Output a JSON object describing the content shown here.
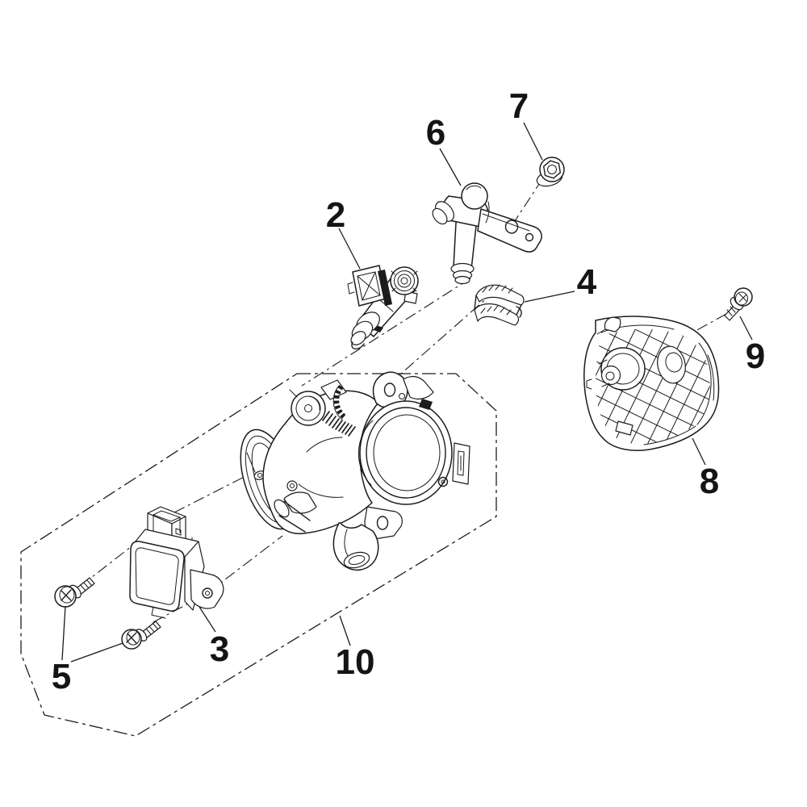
{
  "diagram": {
    "background_color": "#ffffff",
    "line_color": "#1c1c1c",
    "callouts": [
      {
        "label": "2"
      },
      {
        "label": "3"
      },
      {
        "label": "4"
      },
      {
        "label": "5"
      },
      {
        "label": "6"
      },
      {
        "label": "7"
      },
      {
        "label": "8"
      },
      {
        "label": "9"
      },
      {
        "label": "10"
      }
    ]
  }
}
